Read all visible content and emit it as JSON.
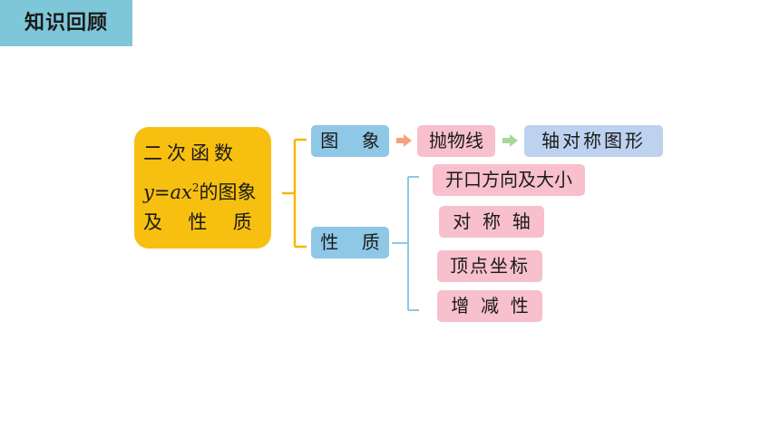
{
  "header": {
    "title": "知识回顾"
  },
  "main_topic": {
    "line1": "二次函数",
    "func_y": "y",
    "func_eq": "=",
    "func_ax": "ax",
    "func_exp": "2",
    "func_suffix": "的图象",
    "line3": "及  性  质"
  },
  "branches": {
    "graph": {
      "label": "图    象",
      "curve": "抛物线",
      "symmetry": "轴对称图形"
    },
    "properties": {
      "label": "性    质",
      "items": [
        "开口方向及大小",
        "对  称  轴",
        "顶点坐标",
        "增  减  性"
      ]
    }
  },
  "colors": {
    "header": "#7ec7d8",
    "main_box": "#f7c010",
    "branch_label": "#8fc7e6",
    "leaf": "#f7c0cc",
    "result": "#bcd2ef",
    "arrow_1": "#f4a37c",
    "arrow_2": "#a8d89a",
    "connector_orange": "#f5b800",
    "connector_blue": "#8fc7e6"
  }
}
